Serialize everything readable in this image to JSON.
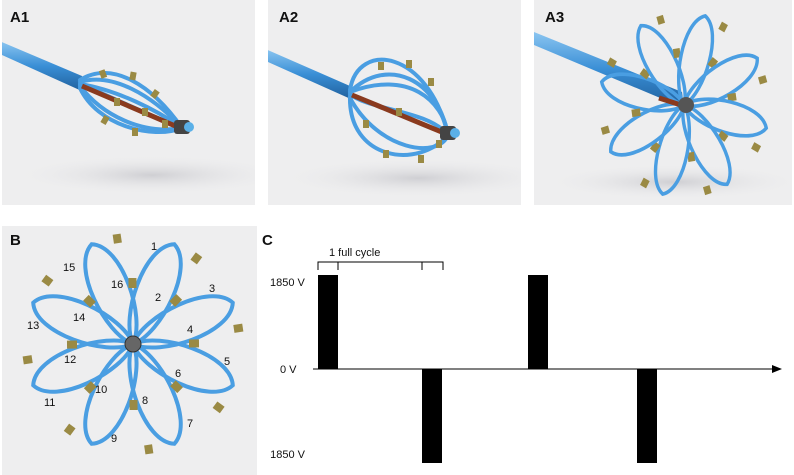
{
  "panels": {
    "a1": {
      "label": "A1"
    },
    "a2": {
      "label": "A2"
    },
    "a3": {
      "label": "A3"
    },
    "b": {
      "label": "B"
    },
    "c": {
      "label": "C"
    }
  },
  "catheter": {
    "shaft_color": "#3a8fd6",
    "spline_color": "#4a9ee2",
    "electrode_color": "#9a8a44",
    "wire_color": "#8a3a1e"
  },
  "electrode_labels": [
    "1",
    "2",
    "3",
    "4",
    "5",
    "6",
    "7",
    "8",
    "9",
    "10",
    "11",
    "12",
    "13",
    "14",
    "15",
    "16"
  ],
  "chart_data": {
    "type": "bar",
    "title": "",
    "ylabel": "",
    "xlabel": "",
    "ytick_labels": [
      "1850 V",
      "0 V",
      "–1850 V"
    ],
    "ylim": [
      -1850,
      1850
    ],
    "annotation": "1 full cycle",
    "pulses": [
      {
        "order": 1,
        "value": 1850
      },
      {
        "order": 2,
        "value": -1850
      },
      {
        "order": 3,
        "value": 1850
      },
      {
        "order": 4,
        "value": -1850
      }
    ]
  }
}
